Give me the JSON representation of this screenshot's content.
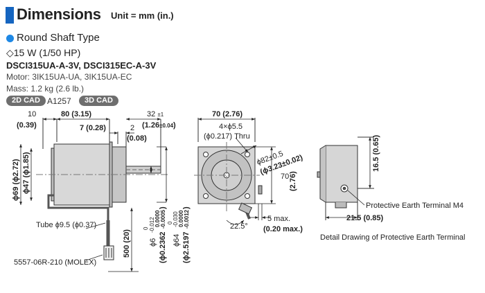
{
  "header": {
    "title": "Dimensions",
    "unit": "Unit = mm (in.)"
  },
  "product": {
    "type": "Round Shaft Type",
    "power": "◇15 W (1/50 HP)",
    "models": "DSCI315UA-A-3V, DSCI315EC-A-3V",
    "motor": "Motor: 3IK15UA-UA, 3IK15UA-EC",
    "mass": "Mass: 1.2 kg (2.6 lb.)",
    "cad_2d_label": "2D CAD",
    "cad_number": "A1257",
    "cad_3d_label": "3D CAD"
  },
  "colors": {
    "accent": "#1565c0",
    "dot": "#1e88e5",
    "button": "#6e6e6e"
  },
  "dims": {
    "d10": "10",
    "d10_in": "(0.39)",
    "d80": "80 (3.15)",
    "d7": "7 (0.28)",
    "d2": "2",
    "d2_in": "(0.08)",
    "d32": "32",
    "d32_tol": "±1",
    "d32_in": "(1.26",
    "d32_in_tol": "±0.04",
    "d32_in_close": ")",
    "phi69": "ϕ69 (ϕ2.72)",
    "phi47": "ϕ47 (ϕ1.85)",
    "tube": "Tube ϕ9.5 (ϕ0.37)",
    "d500": "500 (20)",
    "molex": "5557-06R-210 (MOLEX)",
    "phi6": "ϕ6",
    "phi6_tol": "-0.012",
    "phi6_in": "(ϕ0.2362",
    "phi6_in_tol": "-0.0005",
    "phi6_in_close": ")",
    "phi64": "ϕ64",
    "phi64_tol": "-0.030",
    "phi64_in": "(ϕ2.5197",
    "phi64_in_tol": "-0.0012",
    "phi64_in_close": ")",
    "tol_zero": "0",
    "tol_zero_in": "0.0000",
    "d70_top": "70 (2.76)",
    "holes": "4×ϕ5.5",
    "holes_in": "(ϕ0.217) Thru",
    "pcd": "ϕ82±0.5",
    "pcd_in": "(ϕ3.23±0.02)",
    "d70_side": "70",
    "d70_side_in": "(2.76)",
    "angle": "22.5°",
    "max5": "5 max.",
    "max5_in": "(0.20 max.)",
    "d165": "16.5 (0.65)",
    "d215": "21.5 (0.85)",
    "earth": "Protective Earth Terminal M4",
    "detail_caption": "Detail Drawing of Protective Earth Terminal"
  }
}
